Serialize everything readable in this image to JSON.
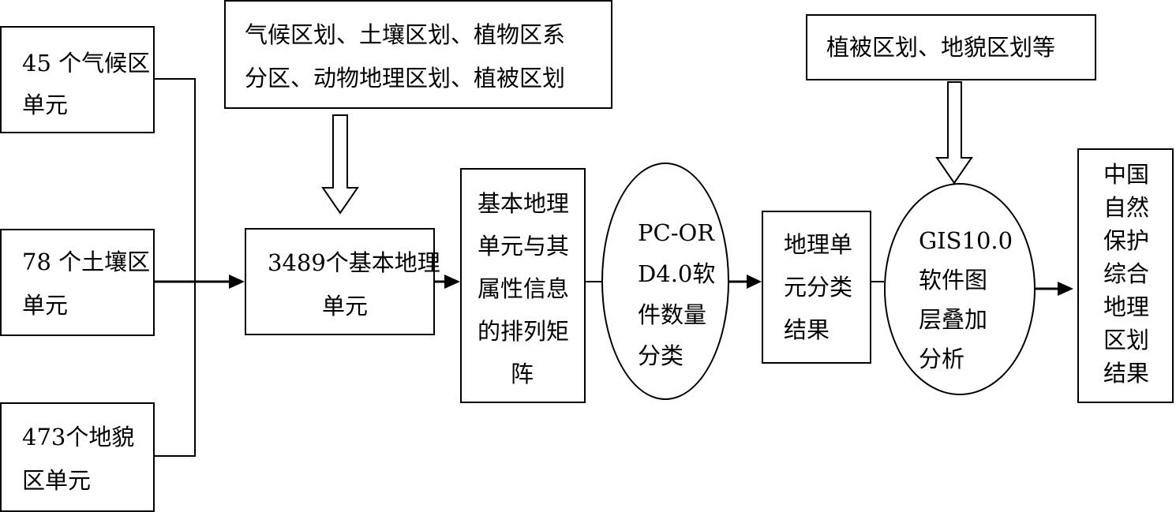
{
  "inputs": {
    "climate": {
      "line1": "45 个气候区",
      "line2": "单元"
    },
    "soil": {
      "line1": "78 个土壤区",
      "line2": "单元"
    },
    "landform": {
      "line1": "473个地貌",
      "line2": "区单元"
    }
  },
  "top_sources": {
    "left": {
      "line1": "气候区划、土壤区划、植物区系",
      "line2": "分区、动物地理区划、植被区划"
    },
    "right": {
      "line1": "植被区划、地貌区划等"
    }
  },
  "steps": {
    "basic_units": {
      "line1": "3489个基本地理",
      "line2": "单元"
    },
    "matrix": {
      "lines": [
        "基本地理",
        "单元与其",
        "属性信息",
        "的排列矩",
        "阵"
      ]
    },
    "pcord": {
      "lines": [
        "PC-OR",
        "D4.0软",
        "件数量",
        "分类"
      ]
    },
    "classification": {
      "lines": [
        "地理单",
        "元分类",
        "结果"
      ]
    },
    "gis": {
      "lines": [
        "GIS10.0",
        "软件图",
        "层叠加",
        "分析"
      ]
    },
    "result": {
      "lines": [
        "中国",
        "自然",
        "保护",
        "综合",
        "地理",
        "区划",
        "结果"
      ]
    }
  }
}
